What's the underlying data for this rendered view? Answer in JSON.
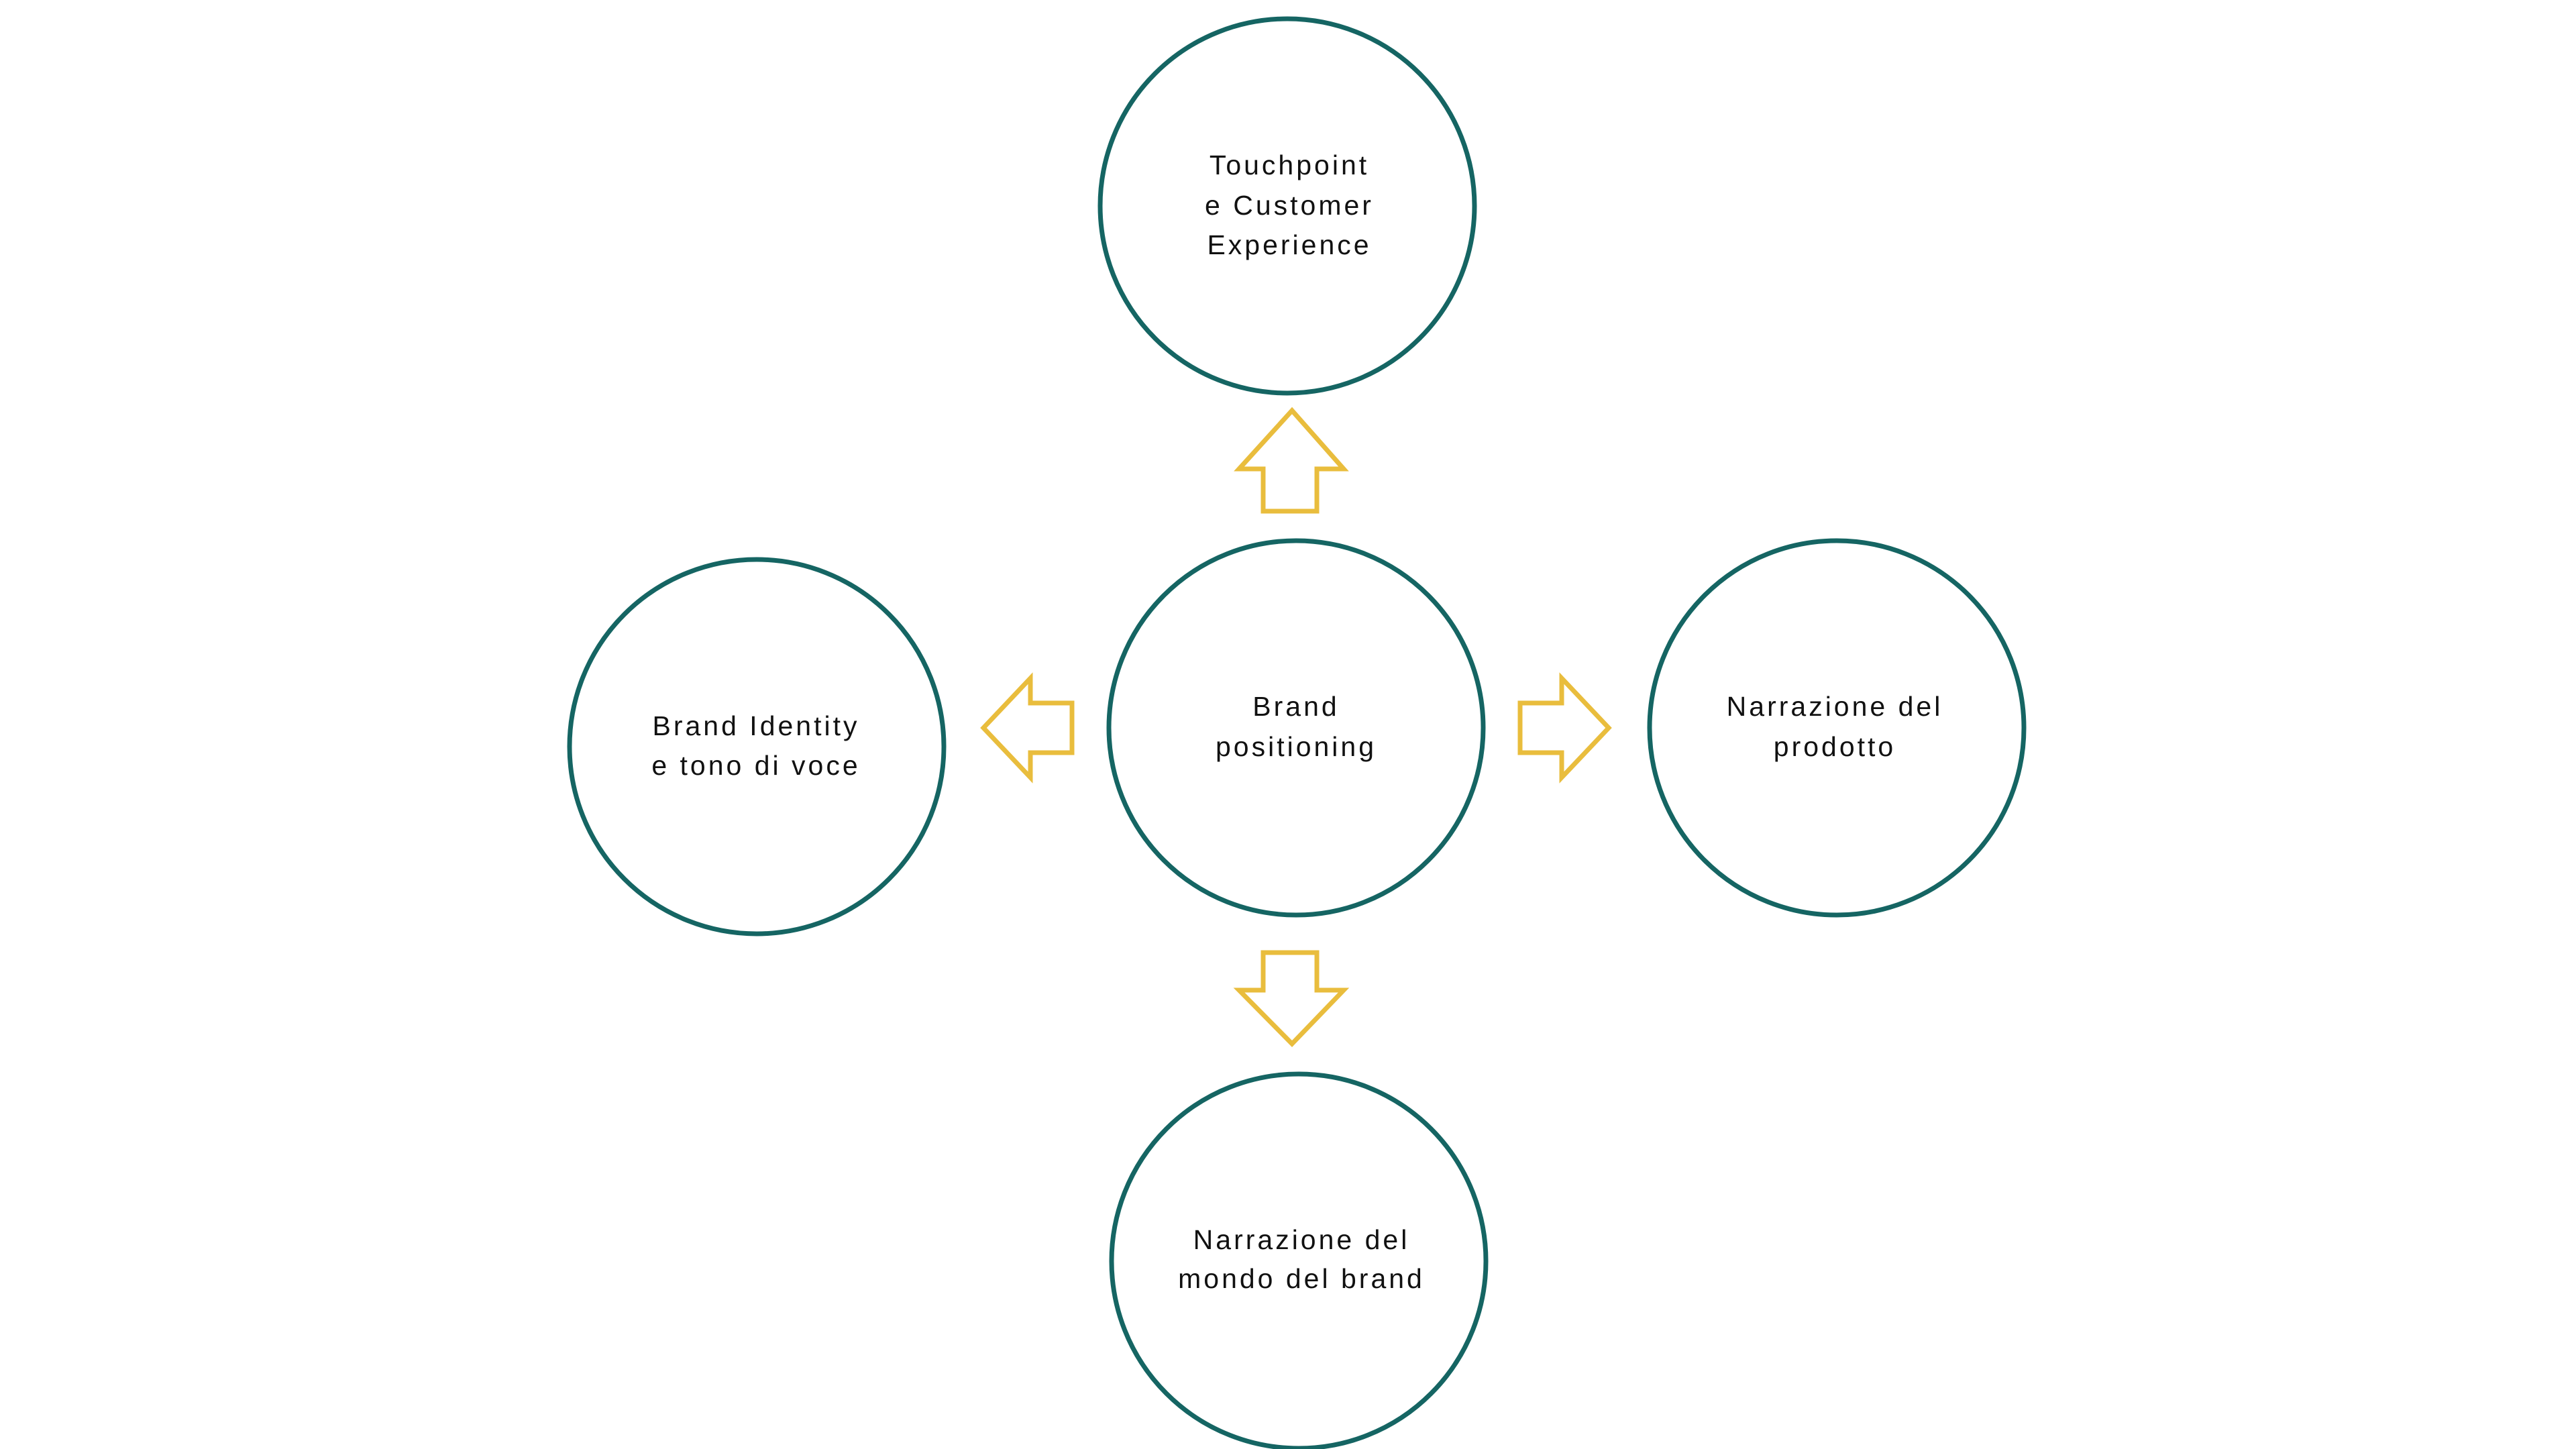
{
  "colors": {
    "circle_stroke": "#156563",
    "arrow_stroke": "#e9bd3d",
    "text": "#111111",
    "background": "#ffffff"
  },
  "nodes": {
    "top": {
      "lines": [
        "Touchpoint",
        "e Customer",
        "Experience"
      ]
    },
    "center": {
      "lines": [
        "Brand",
        "positioning"
      ]
    },
    "left": {
      "lines": [
        "Brand Identity",
        "e tono di voce"
      ]
    },
    "right": {
      "lines": [
        "Narrazione del",
        "prodotto"
      ]
    },
    "bottom": {
      "lines": [
        "Narrazione del",
        "mondo del brand"
      ]
    }
  },
  "arrows": [
    "up-arrow-icon",
    "left-arrow-icon",
    "right-arrow-icon",
    "down-arrow-icon"
  ]
}
